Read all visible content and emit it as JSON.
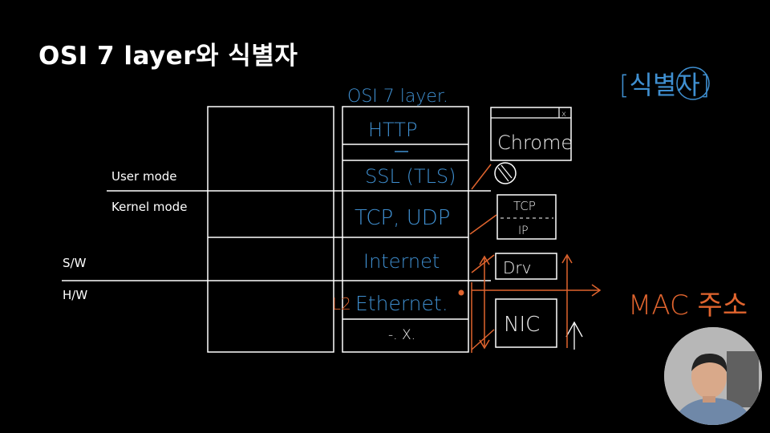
{
  "title": "OSI 7 layer와 식별자",
  "labels": {
    "user_mode": "User mode",
    "kernel_mode": "Kernel mode",
    "sw": "S/W",
    "hw": "H/W"
  },
  "annotations": {
    "osi_heading": "OSI 7 layer.",
    "http": "HTTP",
    "ssl": "SSL (TLS)",
    "tcp_udp": "TCP, UDP",
    "internet": "Internet",
    "ethernet": "Ethernet.",
    "l2": "L2",
    "physical": "-. X.",
    "chrome": "Chrome",
    "tcp_ip": "TCP",
    "ip": "IP",
    "drv": "Drv",
    "nic": "NIC",
    "identifier": "[식별자]",
    "mac_address": "MAC 주소"
  },
  "colors": {
    "background": "#000000",
    "line": "#ffffff",
    "blue_ink": "#3f8fd0",
    "orange_ink": "#e0642e"
  },
  "webcam": {
    "icon": "presenter-avatar"
  }
}
